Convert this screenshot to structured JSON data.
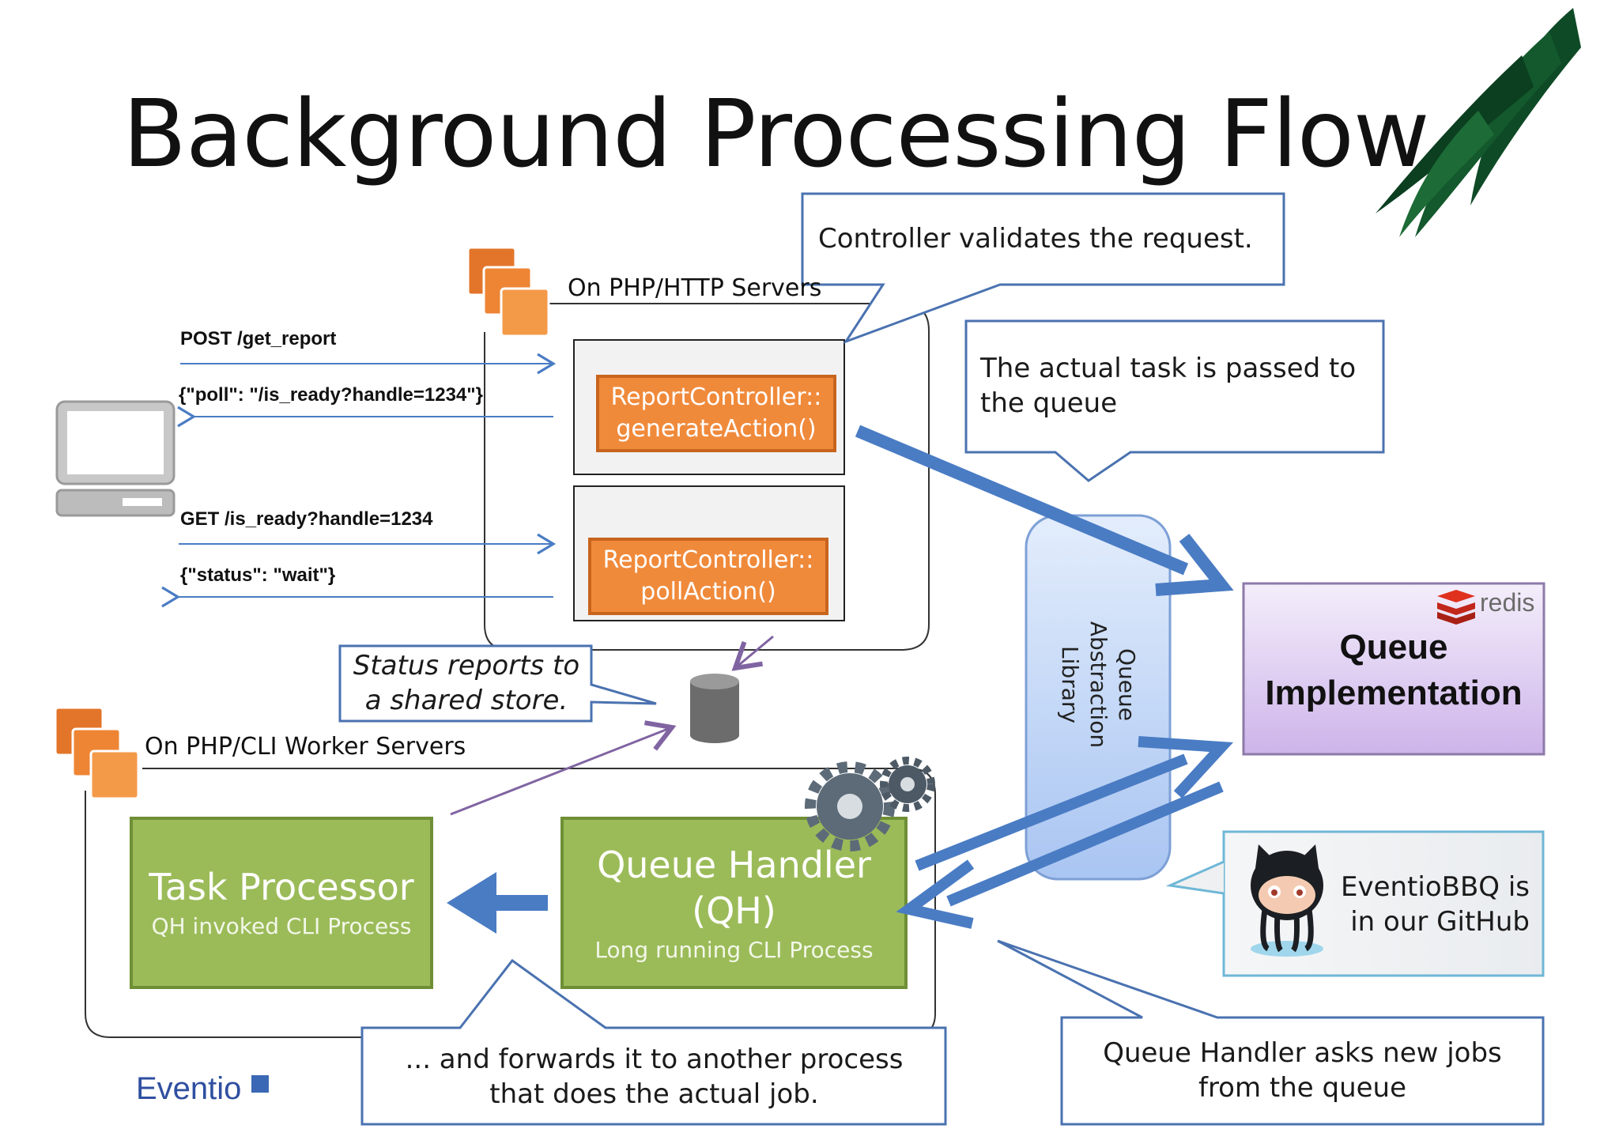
{
  "title": "Background Processing Flow",
  "callouts": {
    "controller": "Controller validates the request.",
    "actual_task": "The actual task is passed to the queue",
    "status_reports": "Status reports to a shared store.",
    "forwards": "... and forwards it to another process that does the actual job.",
    "asks_jobs": "Queue Handler asks new jobs from the queue",
    "github": "EventioBBQ is in our GitHub"
  },
  "groups": {
    "http_servers": "On PHP/HTTP Servers",
    "cli_servers": "On PHP/CLI Worker Servers"
  },
  "requests": {
    "post": "POST /get_report",
    "poll_response": "{\"poll\": \"/is_ready?handle=1234\"}",
    "get": "GET /is_ready?handle=1234",
    "status_response": "{\"status\": \"wait\"}"
  },
  "controllers": {
    "generate": [
      "ReportController::",
      "generateAction()"
    ],
    "poll": [
      "ReportController::",
      "pollAction()"
    ]
  },
  "processes": {
    "task_processor": "Task Processor",
    "task_processor_sub": "QH invoked CLI Process",
    "queue_handler": [
      "Queue Handler",
      "(QH)"
    ],
    "queue_handler_sub": "Long running CLI Process"
  },
  "queue_library": [
    "Queue",
    "Abstraction",
    "Library"
  ],
  "queue_impl": [
    "Queue",
    "Implementation"
  ],
  "redis_logo": "redis",
  "brand": "Eventio",
  "icons": {
    "laptop": "laptop-icon",
    "database": "database-icon",
    "gears": "gears-icon",
    "octocat": "octocat-icon",
    "server_stack": "server-stack-icon",
    "leaves": "leaves-decoration"
  },
  "colors": {
    "callout_border": "#4a72b0",
    "orange": "#f08a3b",
    "green": "#9bbb59",
    "arrow_blue": "#4a7cc4",
    "purple_arrow": "#8064a2",
    "queue_lib_fill": "#c6d9f7",
    "queue_impl_fill": "#e4d6f2"
  }
}
